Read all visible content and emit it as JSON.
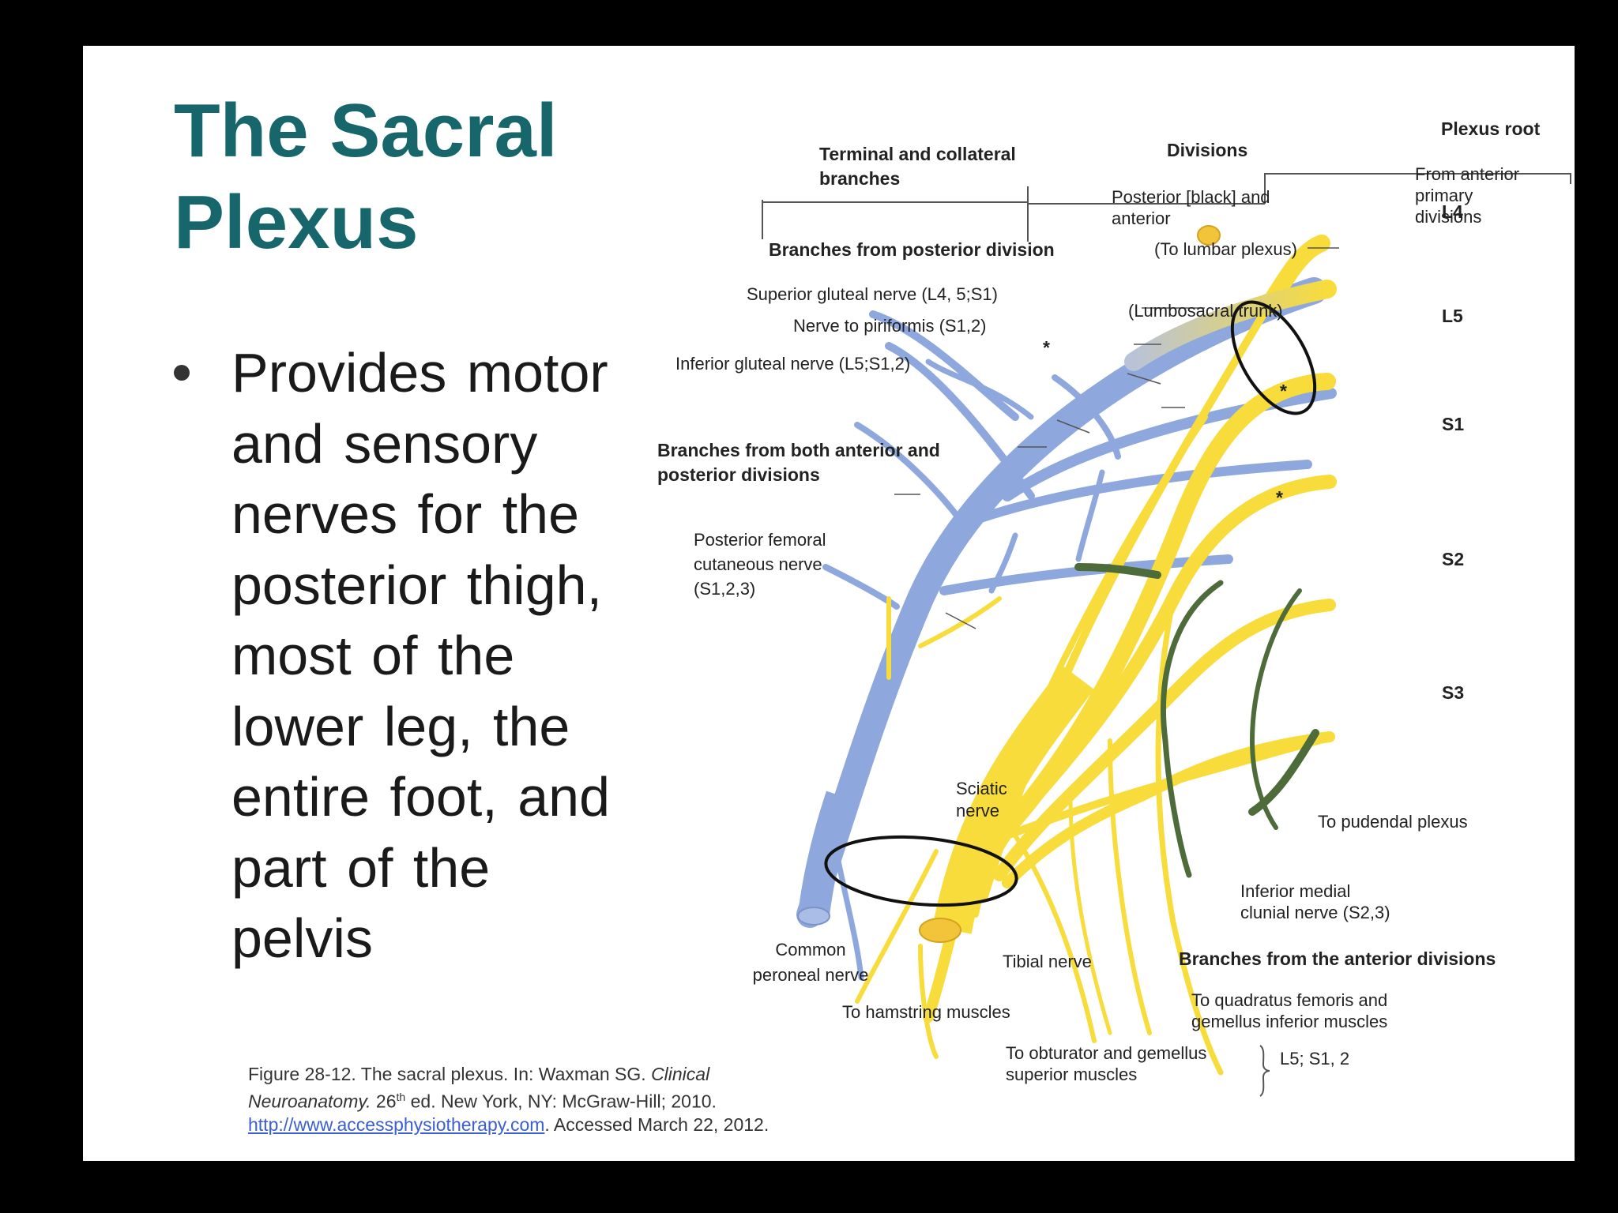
{
  "slide": {
    "title_lines": [
      "The Sacral",
      "Plexus"
    ],
    "bullet_lines": [
      "Provides motor",
      "and sensory",
      "nerves for the",
      "posterior thigh,",
      "most of the",
      "lower leg, the",
      "entire foot, and",
      "part of the",
      "pelvis"
    ]
  },
  "citation": {
    "line1_prefix": "Figure 28-12. The sacral plexus. In: Waxman SG. ",
    "line1_italic": "Clinical",
    "line2_italic": "Neuroanatomy.",
    "line2_edition_num": " 26",
    "line2_edition_sup": "th",
    "line2_rest": " ed. New York, NY: McGraw-Hill; 2010.",
    "url": "http://www.accessphysiotherapy.com",
    "accessed": ". Accessed March 22, 2012."
  },
  "diagram": {
    "header_plexus_root": "Plexus root",
    "header_divisions": "Divisions",
    "header_terminal_1": "Terminal and collateral",
    "header_terminal_2": "branches",
    "from_anterior_1": "From anterior",
    "from_anterior_2": "primary",
    "from_anterior_3": "divisions",
    "posterior_black_1": "Posterior [black] and",
    "posterior_black_2": "anterior",
    "to_lumbar": "(To lumbar plexus)",
    "lumbosacral": "(Lumbosacral trunk)",
    "branches_posterior": "Branches from posterior division",
    "superior_gluteal": "Superior gluteal nerve (L4, 5;S1)",
    "nerve_piriformis": "Nerve to piriformis (S1,2)",
    "inferior_gluteal": "Inferior gluteal nerve (L5;S1,2)",
    "branches_both_1": "Branches from both anterior and",
    "branches_both_2": "posterior divisions",
    "posterior_femoral_1": "Posterior femoral",
    "posterior_femoral_2": "cutaneous nerve",
    "posterior_femoral_3": "(S1,2,3)",
    "sciatic_1": "Sciatic",
    "sciatic_2": "nerve",
    "common_peroneal_1": "Common",
    "common_peroneal_2": "peroneal nerve",
    "tibial": "Tibial nerve",
    "hamstring": "To hamstring muscles",
    "pudendal": "To pudendal plexus",
    "inferior_medial_1": "Inferior medial",
    "inferior_medial_2": "clunial nerve (S2,3)",
    "branches_anterior": "Branches from the anterior divisions",
    "quadratus_1": "To quadratus femoris and",
    "quadratus_2": "gemellus inferior muscles",
    "obturator_1": "To obturator and gemellus",
    "obturator_2": "superior muscles",
    "l5s12": "L5; S1, 2",
    "asterisk": "*",
    "roots": [
      "L4",
      "L5",
      "S1",
      "S2",
      "S3"
    ]
  },
  "colors": {
    "title": "#16666b",
    "anterior_nerve": "#f7dc3b",
    "posterior_nerve": "#8ea8de",
    "pudendal_nerve": "#4e6b3a"
  }
}
